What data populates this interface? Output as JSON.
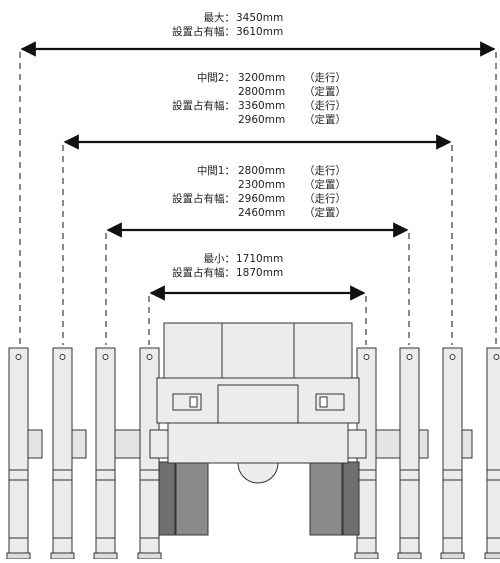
{
  "annotations": {
    "max": {
      "line1_label": "最大：",
      "line1_value": "3450mm",
      "line2_label": "設置占有幅：",
      "line2_value": "3610mm"
    },
    "mid2": {
      "line1_label": "中間2：",
      "line1_value": "3200mm",
      "line1_note": "（走行）",
      "line2_value": "2800mm",
      "line2_note": "（定置）",
      "line3_label": "設置占有幅：",
      "line3_value": "3360mm",
      "line3_note": "（走行）",
      "line4_value": "2960mm",
      "line4_note": "（定置）"
    },
    "mid1": {
      "line1_label": "中間1：",
      "line1_value": "2800mm",
      "line1_note": "（走行）",
      "line2_value": "2300mm",
      "line2_note": "（定置）",
      "line3_label": "設置占有幅：",
      "line3_value": "2960mm",
      "line3_note": "（走行）",
      "line4_value": "2460mm",
      "line4_note": "（定置）"
    },
    "min": {
      "line1_label": "最小：",
      "line1_value": "1710mm",
      "line2_label": "設置占有幅：",
      "line2_value": "1870mm"
    }
  },
  "colors": {
    "line": "#111111",
    "body_fill": "#ececec",
    "track_fill": "#7a7a7a",
    "track_dark": "#555555",
    "outline": "#333333"
  }
}
